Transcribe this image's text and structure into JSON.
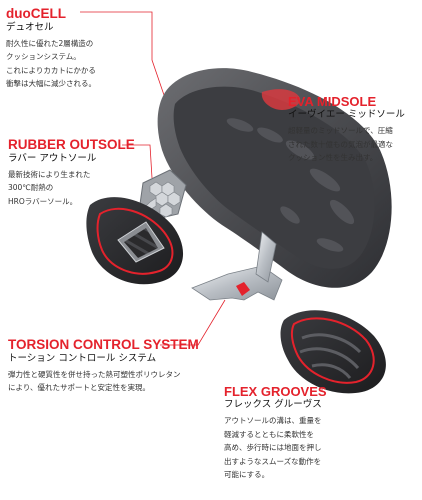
{
  "callouts": {
    "duocell": {
      "title": "duoCELL",
      "subtitle": "デュオセル",
      "lines": [
        "耐久性に優れた2層構造の",
        "クッションシステム。",
        "これによりカカトにかかる",
        "衝撃は大幅に減少される。"
      ]
    },
    "eva": {
      "title": "EVA MIDSOLE",
      "subtitle": "イーヴイエー ミッドソール",
      "lines": [
        "超軽量のミッドソールで、圧縮",
        "された数十億もの気泡が最適な",
        "クッション性を生み出す。"
      ]
    },
    "rubber": {
      "title": "RUBBER OUTSOLE",
      "subtitle": "ラバー アウトソール",
      "lines": [
        "最新技術により生まれた",
        "300℃耐熱の",
        "HROラバーソール。"
      ]
    },
    "torsion": {
      "title": "TORSION CONTROL SYSTEM",
      "subtitle": "トーション コントロール システム",
      "lines": [
        "弾力性と硬質性を併せ持った熱可塑性ポリウレタン",
        "により、優れたサポートと安定性を実現。"
      ]
    },
    "flex": {
      "title": "FLEX GROOVES",
      "subtitle": "フレックス グルーヴス",
      "lines": [
        "アウトソールの溝は、重量を",
        "軽減するとともに柔軟性を",
        "高め、歩行時には地面を押し",
        "出すようなスムーズな動作を",
        "可能にする。"
      ]
    }
  },
  "colors": {
    "accent": "#e4222c",
    "sole_dark": "#2b2b2d",
    "midsole_grey": "#5a5a5e",
    "torsion_silver": "#c8ccd0"
  }
}
